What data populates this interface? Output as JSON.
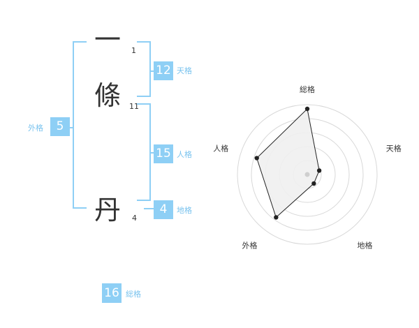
{
  "name": {
    "characters": [
      {
        "char": "一",
        "strokes": "1"
      },
      {
        "char": "條",
        "strokes": "11"
      },
      {
        "char": "丹",
        "strokes": "4"
      }
    ]
  },
  "fortunes": {
    "tenkaku": {
      "value": "12",
      "label": "天格"
    },
    "jinkaku": {
      "value": "15",
      "label": "人格"
    },
    "chikaku": {
      "value": "4",
      "label": "地格"
    },
    "gaikaku": {
      "value": "5",
      "label": "外格"
    },
    "soukaku": {
      "value": "16",
      "label": "総格"
    }
  },
  "colors": {
    "accent": "#8ecff5",
    "accent_text": "#7ac3ee",
    "radar_fill": "#f0f0f0",
    "radar_ring": "#d8d8d8",
    "radar_line": "#222222"
  },
  "chart_data": {
    "type": "radar",
    "axes": [
      "総格",
      "天格",
      "地格",
      "外格",
      "人格"
    ],
    "values": [
      4.7,
      0.9,
      0.8,
      3.8,
      3.8
    ],
    "rmax": 5,
    "rings": 5
  }
}
